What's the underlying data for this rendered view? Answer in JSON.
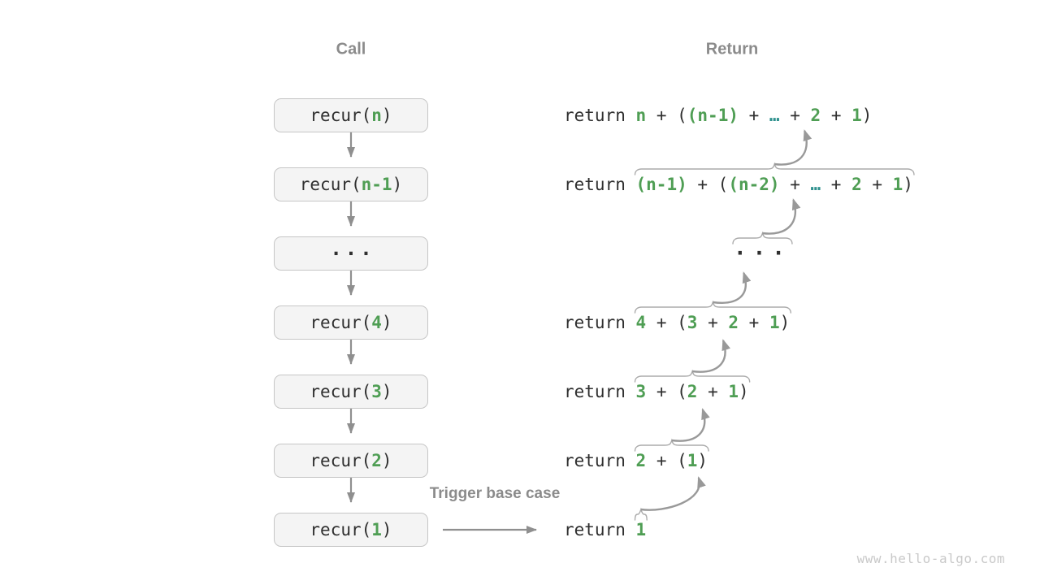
{
  "headers": {
    "call": "Call",
    "ret": "Return"
  },
  "colors": {
    "green": "#4f9e54",
    "teal": "#2f918e",
    "dark": "#2f2f2f",
    "label_gray": "#8b8b8b",
    "arrow_gray": "#8f8f8f",
    "curve_gray": "#999999",
    "brace_gray": "#ababab",
    "box_fill": "#f4f4f4",
    "box_border": "#c6c6c6",
    "watermark_gray": "#c9c9c9"
  },
  "call_column": {
    "boxes": [
      {
        "dots": false,
        "segments": [
          {
            "t": "recur(",
            "c": "dark"
          },
          {
            "t": "n",
            "c": "green"
          },
          {
            "t": ")",
            "c": "dark"
          }
        ]
      },
      {
        "dots": false,
        "segments": [
          {
            "t": "recur(",
            "c": "dark"
          },
          {
            "t": "n-1",
            "c": "green"
          },
          {
            "t": ")",
            "c": "dark"
          }
        ]
      },
      {
        "dots": true,
        "segments": [
          {
            "t": "···",
            "c": "dark"
          }
        ]
      },
      {
        "dots": false,
        "segments": [
          {
            "t": "recur(",
            "c": "dark"
          },
          {
            "t": "4",
            "c": "green"
          },
          {
            "t": ")",
            "c": "dark"
          }
        ]
      },
      {
        "dots": false,
        "segments": [
          {
            "t": "recur(",
            "c": "dark"
          },
          {
            "t": "3",
            "c": "green"
          },
          {
            "t": ")",
            "c": "dark"
          }
        ]
      },
      {
        "dots": false,
        "segments": [
          {
            "t": "recur(",
            "c": "dark"
          },
          {
            "t": "2",
            "c": "green"
          },
          {
            "t": ")",
            "c": "dark"
          }
        ]
      },
      {
        "dots": false,
        "segments": [
          {
            "t": "recur(",
            "c": "dark"
          },
          {
            "t": "1",
            "c": "green"
          },
          {
            "t": ")",
            "c": "dark"
          }
        ]
      }
    ]
  },
  "return_column": {
    "keyword": "return ",
    "lines": [
      {
        "dots": false,
        "brace": false,
        "arrow": false,
        "expr": [
          {
            "t": "n",
            "c": "green"
          },
          {
            "t": " + ",
            "c": "dark"
          },
          {
            "t": "(",
            "c": "dark"
          },
          {
            "t": "(n-1)",
            "c": "green"
          },
          {
            "t": " + ",
            "c": "dark"
          },
          {
            "t": "…",
            "c": "teal"
          },
          {
            "t": " + ",
            "c": "dark"
          },
          {
            "t": "2",
            "c": "green"
          },
          {
            "t": " + ",
            "c": "dark"
          },
          {
            "t": "1",
            "c": "green"
          },
          {
            "t": ")",
            "c": "dark"
          }
        ]
      },
      {
        "dots": false,
        "brace": true,
        "arrow": true,
        "expr": [
          {
            "t": "(n-1)",
            "c": "green"
          },
          {
            "t": " + ",
            "c": "dark"
          },
          {
            "t": "(",
            "c": "dark"
          },
          {
            "t": "(n-2)",
            "c": "green"
          },
          {
            "t": " + ",
            "c": "dark"
          },
          {
            "t": "…",
            "c": "teal"
          },
          {
            "t": " + ",
            "c": "dark"
          },
          {
            "t": "2",
            "c": "green"
          },
          {
            "t": " + ",
            "c": "dark"
          },
          {
            "t": "1",
            "c": "green"
          },
          {
            "t": ")",
            "c": "dark"
          }
        ]
      },
      {
        "dots": true,
        "brace": true,
        "arrow": true,
        "expr": [
          {
            "t": "···",
            "c": "dark"
          }
        ]
      },
      {
        "dots": false,
        "brace": true,
        "arrow": true,
        "expr": [
          {
            "t": "4",
            "c": "green"
          },
          {
            "t": " + ",
            "c": "dark"
          },
          {
            "t": "(",
            "c": "dark"
          },
          {
            "t": "3",
            "c": "green"
          },
          {
            "t": " + ",
            "c": "dark"
          },
          {
            "t": "2",
            "c": "green"
          },
          {
            "t": " + ",
            "c": "dark"
          },
          {
            "t": "1",
            "c": "green"
          },
          {
            "t": ")",
            "c": "dark"
          }
        ]
      },
      {
        "dots": false,
        "brace": true,
        "arrow": true,
        "expr": [
          {
            "t": "3",
            "c": "green"
          },
          {
            "t": " + ",
            "c": "dark"
          },
          {
            "t": "(",
            "c": "dark"
          },
          {
            "t": "2",
            "c": "green"
          },
          {
            "t": " + ",
            "c": "dark"
          },
          {
            "t": "1",
            "c": "green"
          },
          {
            "t": ")",
            "c": "dark"
          }
        ]
      },
      {
        "dots": false,
        "brace": true,
        "arrow": true,
        "expr": [
          {
            "t": "2",
            "c": "green"
          },
          {
            "t": " + ",
            "c": "dark"
          },
          {
            "t": "(",
            "c": "dark"
          },
          {
            "t": "1",
            "c": "green"
          },
          {
            "t": ")",
            "c": "dark"
          }
        ]
      },
      {
        "dots": false,
        "brace": true,
        "arrow": true,
        "expr": [
          {
            "t": "1",
            "c": "green"
          }
        ]
      }
    ]
  },
  "trigger": {
    "label": "Trigger base case"
  },
  "watermark": "www.hello-algo.com"
}
